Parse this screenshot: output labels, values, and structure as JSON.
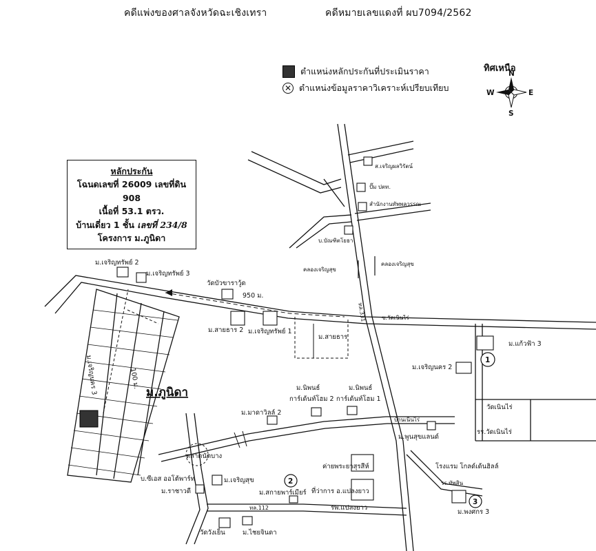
{
  "header": {
    "left": "คดีแพ่งของศาลจังหวัดฉะเชิงเทรา",
    "right": "คดีหมายเลขแดงที่  ผบ7094/2562"
  },
  "legend": {
    "collateral": "ตำแหน่งหลักประกันที่ประเมินราคา",
    "comparable": "ตำแหน่งข้อมูลราคาวิเคราะห์เปรียบเทียบ"
  },
  "compass": {
    "title": "ทิศเหนือ",
    "n": "N",
    "s": "S",
    "e": "E",
    "w": "W"
  },
  "infobox": {
    "title": "หลักประกัน",
    "deed_prefix": "โฉนดเลขที่ 26009  เลขที่ดิน",
    "deed_land_no": "908",
    "area_prefix": "เนื้อที่",
    "area_value": "53.1",
    "area_unit": "ตรว.",
    "house_prefix": "บ้านเดี่ยว 1 ชั้น",
    "house_no": "เลขที่ 234/8",
    "project": "โครงการ ม.ภูนิดา"
  },
  "labels": {
    "m_charoen_sap2": "ม.เจริญทรัพย์ 2",
    "m_charoen_sap3": "ม.เจริญทรัพย์ 3",
    "wat_sothorn": "วัดบัวขาราวู้ด",
    "dist_950": "950 ม.",
    "m_saithan2": "ม.สายธาร 2",
    "m_charoen_sap1": "ม.เจริญทรัพย์ 1",
    "m_saithan": "ม.สายธาร",
    "m_charoen_sap3_v": "ม.เจริญนคร 3",
    "dist_100": "100 ม.",
    "m_phunida": "ม.ภูนิดา",
    "m_nipon2": "ม.นิพนธ์",
    "m_nipon2_b": "การ์เด้นท์โฮม 2",
    "m_nipon1": "ม.นิพนธ์",
    "m_nipon1_b": "การ์เด้นท์โฮม 1",
    "m_mavadee2": "ม.มาดาวิลล์ 2",
    "khlong_charoen_left": "คลองเจริญสุข",
    "khlong_charoen_right": "คลองเจริญสุข",
    "m_charoen_nakhon2": "ม.เจริญนคร 2",
    "m_kaewfa3": "ม.แก้วฟ้า 3",
    "wat_noenrai": "วัดเนินไร่",
    "rr_wat_noenrai": "รร.วัดเนินไร่",
    "ban_noenrai": "บ้านเนินไร่",
    "m_phunsuk": "ม.พูนสุขแลนด์",
    "talad_noenrai": "ตลาดนัดบาง",
    "b_sieds": "บ.ซีเอส ออโต้พาร์ท",
    "m_charoensuk": "ม.เจริญสุข",
    "m_rachawadi": "ม.ราชาวดี",
    "m_sakphamai": "ม.สกายพาร์เมียร์",
    "tiwakan": "ที่ว่าการ อ.แปลงยาว",
    "rp_plaeng": "รพ.แปลงยาว",
    "khai_phra": "ค่ายพระยาสุรสีห์",
    "hotel": "โรงแรม โกลด์เด้นฮิลล์",
    "rr_thap": "รร.ทัพสิน",
    "m_phongsak3": "ม.พงศกร 3",
    "wat_wangyen": "วัดวังเย็น",
    "m_chaichinda": "ม.ไชยจินดา",
    "pump": "ปั๊ม ปตท.",
    "sahakorn": "สำนักงานทัพพลวรรณ",
    "m_charoen_wittaya": "ส.เจริญผลวิรัตน์",
    "b_bandit": "บ.บัณฑิตโยธา",
    "road_east": "ซ.วัดเนินไร่",
    "hwy_no": "ทล.331",
    "hwy_no2": "ทล.112",
    "ref1": "1",
    "ref2": "2",
    "ref3": "3"
  }
}
